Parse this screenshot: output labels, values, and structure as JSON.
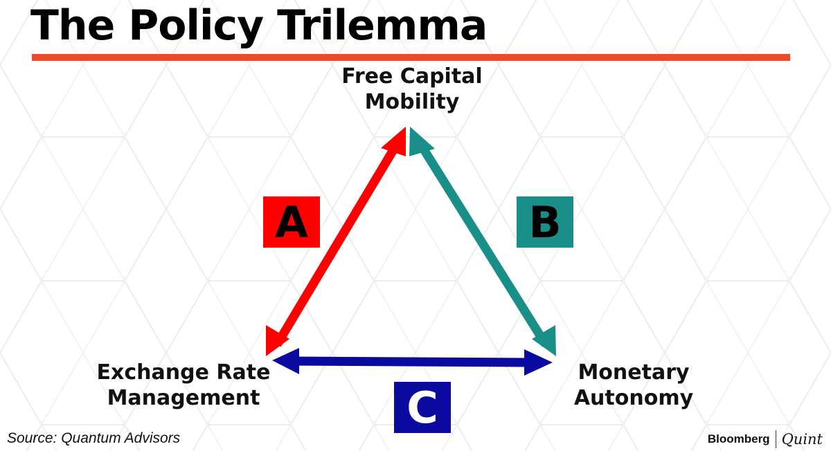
{
  "title": "The Policy Trilemma",
  "colors": {
    "title_rule": "#ee4a2a",
    "arrow_a": "#ff0000",
    "arrow_b": "#1a8f8a",
    "arrow_c": "#0a0aa0"
  },
  "nodes": {
    "top": {
      "line1": "Free Capital",
      "line2": "Mobility"
    },
    "left": {
      "line1": "Exchange Rate",
      "line2": "Management"
    },
    "right": {
      "line1": "Monetary",
      "line2": "Autonomy"
    }
  },
  "edges": [
    {
      "label": "A",
      "from": "Exchange Rate Management",
      "to": "Free Capital Mobility"
    },
    {
      "label": "B",
      "from": "Free Capital Mobility",
      "to": "Monetary Autonomy"
    },
    {
      "label": "C",
      "from": "Exchange Rate Management",
      "to": "Monetary Autonomy"
    }
  ],
  "footer": {
    "source": "Source: Quantum Advisors",
    "brand_primary": "Bloomberg",
    "brand_secondary": "Quint"
  }
}
